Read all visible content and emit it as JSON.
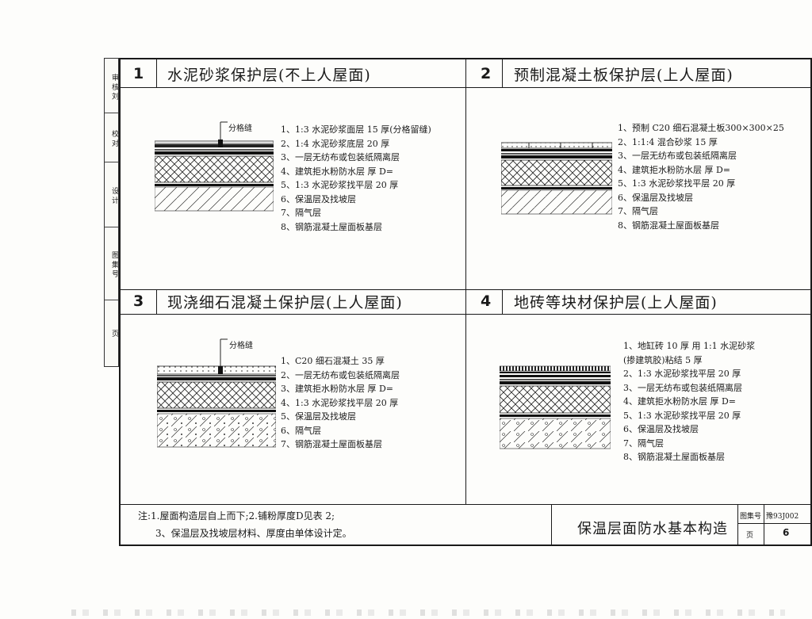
{
  "sidebar": {
    "cells": [
      "审 核 刘",
      "校 对",
      "设 计",
      "图 集 号",
      "页"
    ]
  },
  "panels": [
    {
      "num": "1",
      "title": "水泥砂浆保护层(不上人屋面)",
      "callout": "分格缝",
      "layers": [
        "1、1:3 水泥砂浆面层 15 厚(分格留缝)",
        "2、1:4 水泥砂浆底层 20 厚",
        "3、一层无纺布或包装纸隔离层",
        "4、建筑拒水粉防水层 厚 D=",
        "5、1:3 水泥砂浆找平层 20 厚",
        "6、保温层及找坡层",
        "7、隔气层",
        "8、钢筋混凝土屋面板基层"
      ]
    },
    {
      "num": "2",
      "title": "预制混凝土板保护层(上人屋面)",
      "callout": "",
      "layers": [
        "1、预制 C20 细石混凝土板300×300×25",
        "2、1:1:4 混合砂浆 15 厚",
        "3、一层无纺布或包装纸隔离层",
        "4、建筑拒水粉防水层 厚 D=",
        "5、1:3 水泥砂浆找平层 20 厚",
        "6、保温层及找坡层",
        "7、隔气层",
        "8、钢筋混凝土屋面板基层"
      ]
    },
    {
      "num": "3",
      "title": "现浇细石混凝土保护层(上人屋面)",
      "callout": "分格缝",
      "layers": [
        "1、C20 细石混凝土 35 厚",
        "2、一层无纺布或包装纸隔离层",
        "3、建筑拒水粉防水层 厚 D=",
        "4、1:3 水泥砂浆找平层 20 厚",
        "5、保温层及找坡层",
        "6、隔气层",
        "7、钢筋混凝土屋面板基层"
      ]
    },
    {
      "num": "4",
      "title": "地砖等块材保护层(上人屋面)",
      "callout": "",
      "layers": [
        "1、地缸砖 10 厚 用 1:1 水泥砂浆",
        "  (掺建筑胶)粘结 5 厚",
        "2、1:3 水泥砂浆找平层 20 厚",
        "3、一层无纺布或包装纸隔离层",
        "4、建筑拒水粉防水层 厚 D=",
        "5、1:3 水泥砂浆找平层 20 厚",
        "6、保温层及找坡层",
        "7、隔气层",
        "8、钢筋混凝土屋面板基层"
      ]
    }
  ],
  "notes": [
    "注:1.屋面构造层自上而下;2.铺粉厚度D见表 2;",
    "3、保温层及找坡层材料、厚度由单体设计定。"
  ],
  "title_block": {
    "title": "保温层面防水基本构造",
    "atlas_label": "图集号",
    "atlas_value": "豫93J002",
    "page_label": "页",
    "page_value": "6"
  }
}
